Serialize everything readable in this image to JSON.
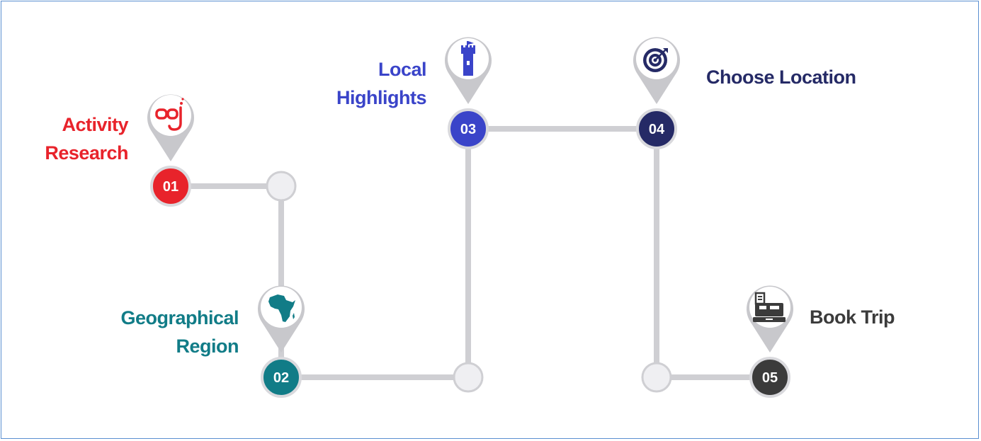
{
  "colors": {
    "step1": "#e8232b",
    "step2": "#117c87",
    "step3": "#3a44c9",
    "step4": "#252a66",
    "step5": "#3b3b3b",
    "connector": "#cfcfd3",
    "pin": "#c8c8cc",
    "joint": "#efeff2",
    "border": "#5b8fd0"
  },
  "steps": [
    {
      "number": "01",
      "label_lines": [
        "Activity",
        "Research"
      ],
      "icon": "snorkel-mask-icon"
    },
    {
      "number": "02",
      "label_lines": [
        "Geographical",
        "Region"
      ],
      "icon": "africa-map-icon"
    },
    {
      "number": "03",
      "label_lines": [
        "Local",
        "Highlights"
      ],
      "icon": "tower-icon"
    },
    {
      "number": "04",
      "label_lines": [
        "Choose Location"
      ],
      "icon": "target-icon"
    },
    {
      "number": "05",
      "label_lines": [
        "Book Trip"
      ],
      "icon": "cash-register-icon"
    }
  ]
}
